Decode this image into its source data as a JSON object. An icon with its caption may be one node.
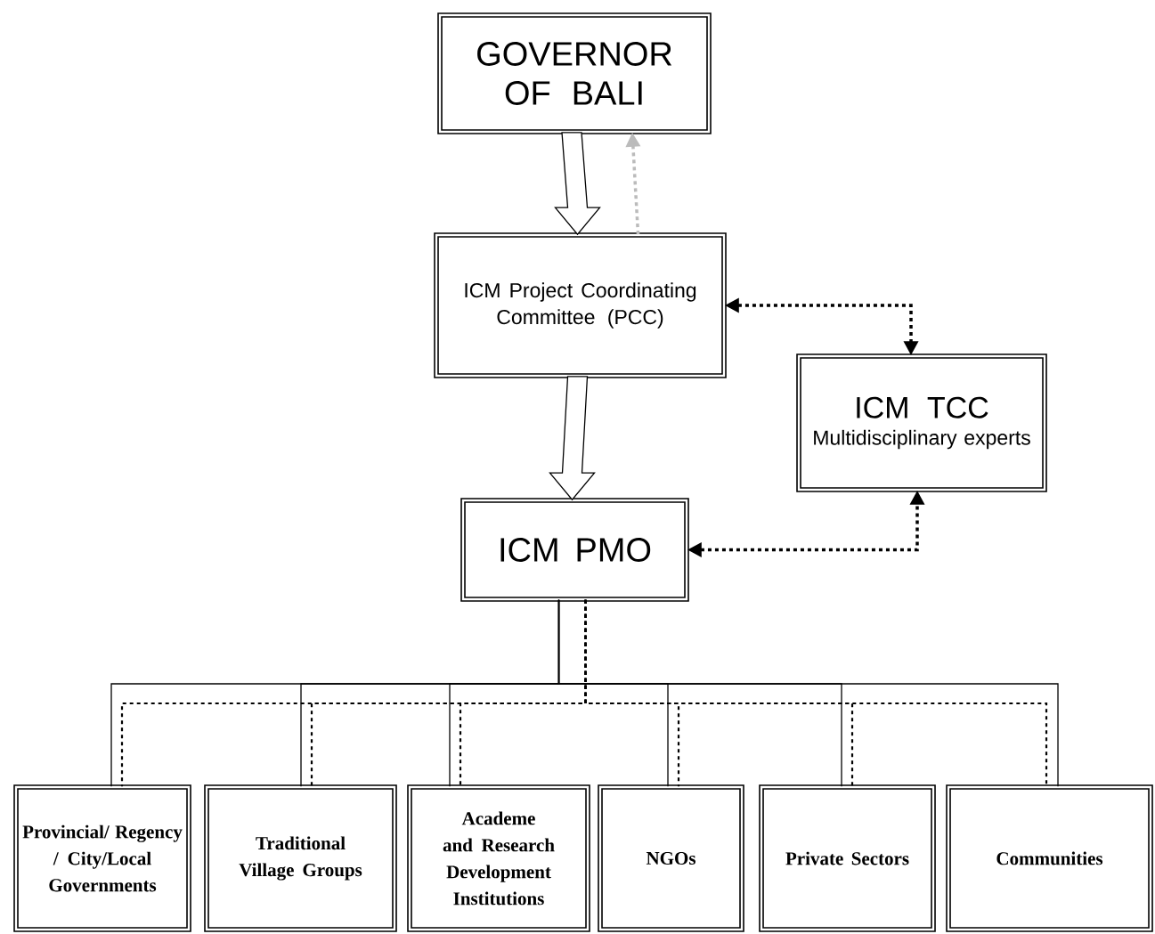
{
  "diagram": {
    "nodes": [
      {
        "text": [
          "GOVERNOR OF BALI"
        ]
      },
      {
        "text": [
          "ICM Project Coordinating Committee (PCC)"
        ]
      },
      {
        "text": [
          "ICM TCC",
          "Multidisciplinary experts"
        ]
      },
      {
        "text": [
          "ICM PMO"
        ]
      },
      {
        "text": [
          "Provincial/ Regency / City/Local Governments"
        ]
      },
      {
        "text": [
          "Traditional Village Groups"
        ]
      },
      {
        "text": [
          "Academe and Research Development Institutions"
        ]
      },
      {
        "text": [
          "NGOs"
        ]
      },
      {
        "text": [
          "Private Sectors"
        ]
      },
      {
        "text": [
          "Communities"
        ]
      }
    ],
    "edges": [
      {
        "from": 0,
        "to": 1,
        "arrow": "to"
      },
      {
        "from": 1,
        "to": 0,
        "arrow": "to",
        "style": "dashed",
        "color": "#bbbbbb"
      },
      {
        "from": 1,
        "to": 3,
        "arrow": "to"
      },
      {
        "from": 1,
        "to": 2,
        "arrow": "both",
        "style": "dashed"
      },
      {
        "from": 3,
        "to": 2,
        "arrow": "both",
        "style": "dashed"
      },
      {
        "from": 3,
        "to": 4,
        "arrow": "none"
      },
      {
        "from": 3,
        "to": 5,
        "arrow": "none"
      },
      {
        "from": 3,
        "to": 6,
        "arrow": "none"
      },
      {
        "from": 3,
        "to": 7,
        "arrow": "none"
      },
      {
        "from": 3,
        "to": 8,
        "arrow": "none"
      },
      {
        "from": 3,
        "to": 9,
        "arrow": "none"
      },
      {
        "from": 3,
        "to": 4,
        "arrow": "none",
        "style": "dashed"
      },
      {
        "from": 3,
        "to": 5,
        "arrow": "none",
        "style": "dashed"
      },
      {
        "from": 3,
        "to": 6,
        "arrow": "none",
        "style": "dashed"
      },
      {
        "from": 3,
        "to": 7,
        "arrow": "none",
        "style": "dashed"
      },
      {
        "from": 3,
        "to": 8,
        "arrow": "none",
        "style": "dashed"
      },
      {
        "from": 3,
        "to": 9,
        "arrow": "none",
        "style": "dashed"
      }
    ]
  }
}
